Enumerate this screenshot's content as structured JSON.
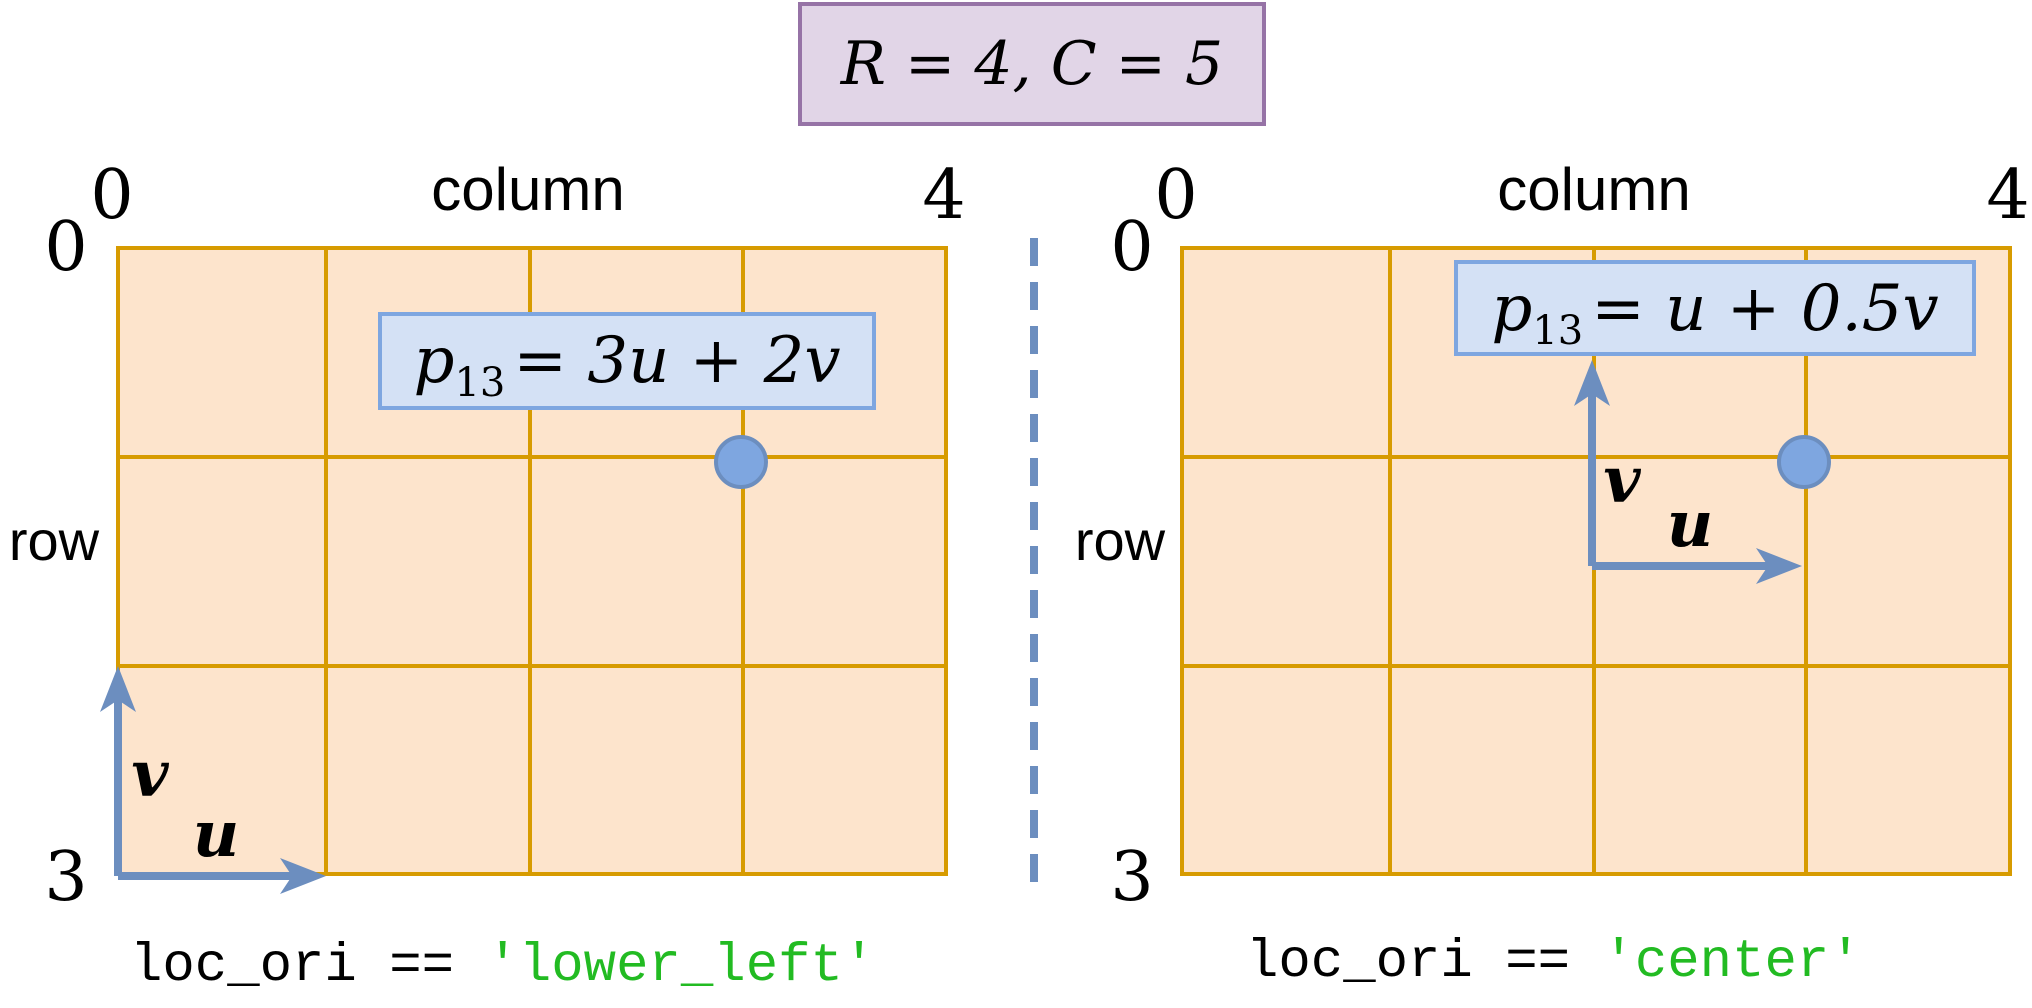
{
  "header": {
    "text": "R = 4, C = 5"
  },
  "panels": [
    {
      "col_label": "column",
      "row_label": "row",
      "col_start": "0",
      "col_end": "4",
      "row_start": "0",
      "row_end": "3",
      "formula": {
        "var": "p",
        "sub": "13",
        "rhs": "= 3u + 2v"
      },
      "u_label": "u",
      "v_label": "v",
      "code": {
        "prefix": "loc_ori == ",
        "value": "'lower_left'"
      }
    },
    {
      "col_label": "column",
      "row_label": "row",
      "col_start": "0",
      "col_end": "4",
      "row_start": "0",
      "row_end": "3",
      "formula": {
        "var": "p",
        "sub": "13",
        "rhs": "= u + 0.5v"
      },
      "u_label": "u",
      "v_label": "v",
      "code": {
        "prefix": "loc_ori == ",
        "value": "'center'"
      }
    }
  ],
  "colors": {
    "grid_fill": "#fde4cc",
    "grid_line": "#d79b00",
    "arrow": "#6c8ebf",
    "point": "#7ea6e0",
    "formula_fill": "#d4e1f5",
    "formula_stroke": "#7ea6e0",
    "header_fill": "#e1d5e7",
    "header_stroke": "#9673a6",
    "divider": "#6c8ebf",
    "code_value": "#22bb22"
  }
}
